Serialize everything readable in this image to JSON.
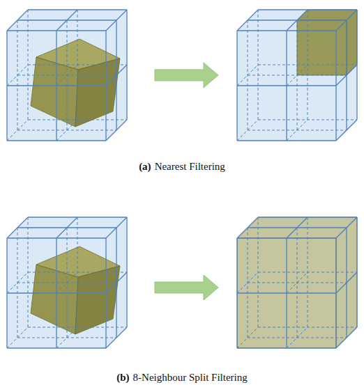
{
  "diagram": {
    "labels": [
      "(a)",
      "Nearest Filtering",
      "(b)",
      "8-Neighbour Split Filtering"
    ]
  }
}
